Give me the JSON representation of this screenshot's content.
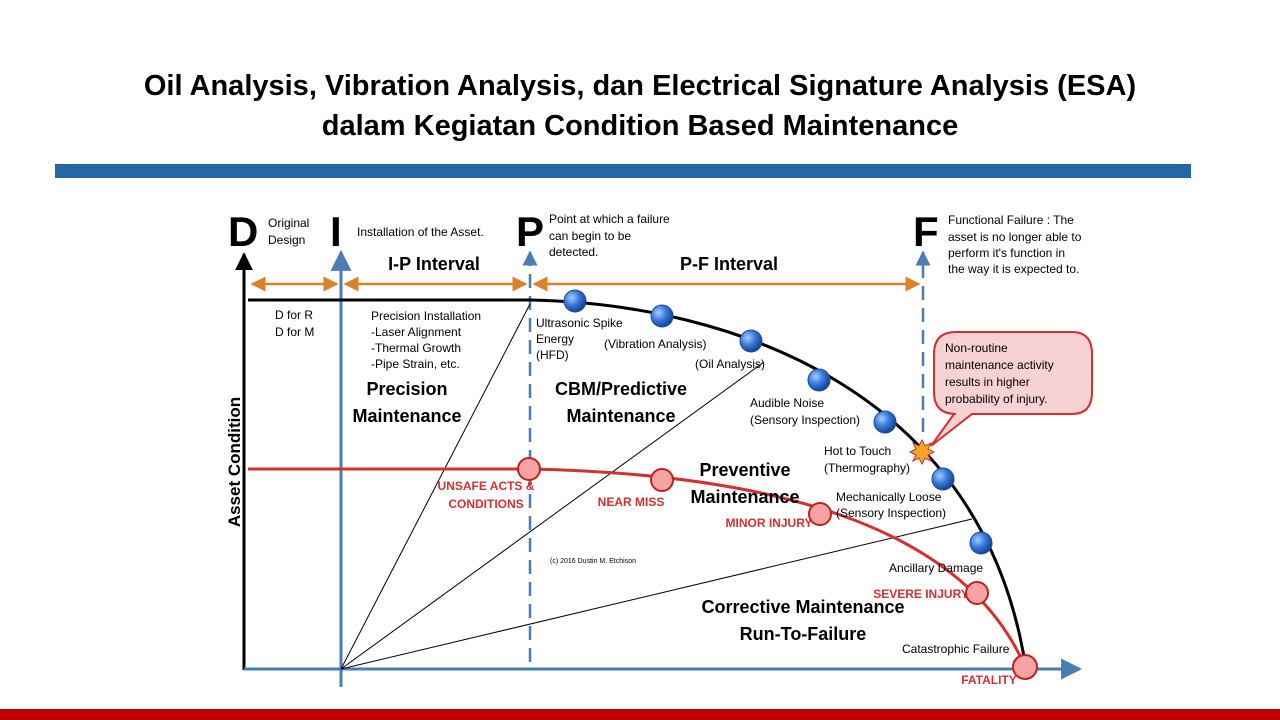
{
  "slide": {
    "title_line1": "Oil Analysis, Vibration Analysis, dan Electrical Signature Analysis (ESA)",
    "title_line2": "dalam Kegiatan Condition Based Maintenance"
  },
  "diagram": {
    "y_axis_label": "Asset Condition",
    "stages": {
      "D": {
        "letter": "D",
        "desc": [
          "Original",
          "Design"
        ]
      },
      "I": {
        "letter": "I",
        "desc": [
          "Installation of the Asset."
        ]
      },
      "P": {
        "letter": "P",
        "desc": [
          "Point at which a failure",
          "can begin to be",
          "detected."
        ]
      },
      "F": {
        "letter": "F",
        "desc": [
          "Functional Failure : The",
          "asset is no longer able to",
          "perform it's function in",
          "the way it is expected to."
        ]
      }
    },
    "intervals": {
      "ip": "I-P Interval",
      "pf": "P-F Interval"
    },
    "d_notes": [
      "D for R",
      "D for M"
    ],
    "precision_notes": [
      "Precision Installation",
      "-Laser Alignment",
      "-Thermal Growth",
      "-Pipe Strain, etc."
    ],
    "zones": {
      "precision": [
        "Precision",
        "Maintenance"
      ],
      "cbm": [
        "CBM/Predictive",
        "Maintenance"
      ],
      "preventive": [
        "Preventive",
        "Maintenance"
      ],
      "corrective": [
        "Corrective Maintenance",
        "Run-To-Failure"
      ]
    },
    "pf_labels": {
      "ultrasonic": [
        "Ultrasonic Spike",
        "Energy",
        "(HFD)"
      ],
      "vibration": "(Vibration Analysis)",
      "oil": "(Oil Analysis)",
      "audible": [
        "Audible Noise",
        "(Sensory Inspection)"
      ],
      "hot": [
        "Hot to Touch",
        "(Thermography)"
      ],
      "loose": [
        "Mechanically Loose",
        "(Sensory Inspection)"
      ],
      "ancillary": "Ancillary Damage",
      "catastrophic": "Catastrophic Failure"
    },
    "safety_labels": {
      "unsafe": [
        "UNSAFE ACTS &",
        "CONDITIONS"
      ],
      "near_miss": "NEAR MISS",
      "minor": "MINOR INJURY",
      "severe": "SEVERE INJURY",
      "fatality": "FATALITY"
    },
    "callout": [
      "Non-routine",
      "maintenance activity",
      "results in higher",
      "probability of injury."
    ],
    "copyright": "(c) 2016 Dustin M. Etchison",
    "colors": {
      "axis_blue": "#4a7db5",
      "interval_orange": "#d9822b",
      "safety_red": "#d4302f",
      "marker_blue": "#2a62c9",
      "callout_fill": "#f6d2d2"
    }
  }
}
